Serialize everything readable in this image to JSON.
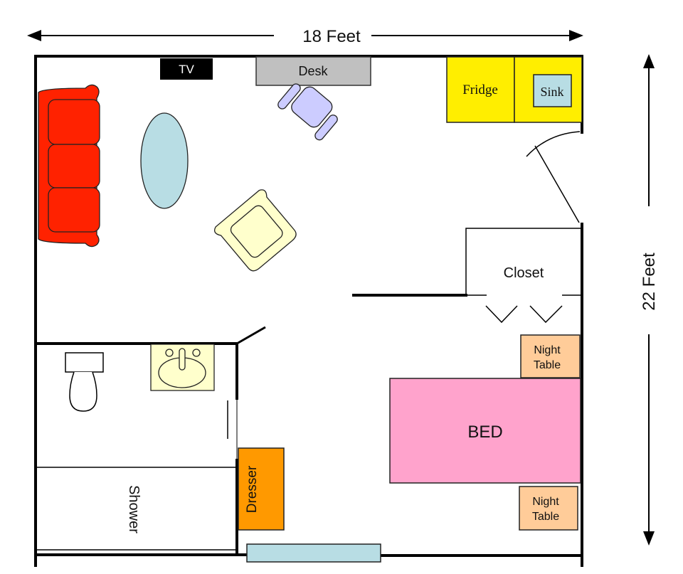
{
  "dimensions": {
    "width_label": "18 Feet",
    "height_label": "22 Feet"
  },
  "furniture": {
    "tv": "TV",
    "desk": "Desk",
    "fridge": "Fridge",
    "sink": "Sink",
    "closet": "Closet",
    "night_table_top": [
      "Night",
      "Table"
    ],
    "bed": "BED",
    "night_table_bottom": [
      "Night",
      "Table"
    ],
    "dresser": "Dresser",
    "shower": "Shower"
  },
  "colors": {
    "sofa": "#ff2200",
    "rug": "#b8dde4",
    "desk": "#c0c0c0",
    "desk_chair": "#ccccff",
    "armchair": "#ffffcc",
    "kitchen": "#ffee00",
    "sink": "#b8dde4",
    "bed": "#ffa3cc",
    "night_table": "#ffcc99",
    "dresser": "#ff9900",
    "window": "#b8dde4"
  }
}
